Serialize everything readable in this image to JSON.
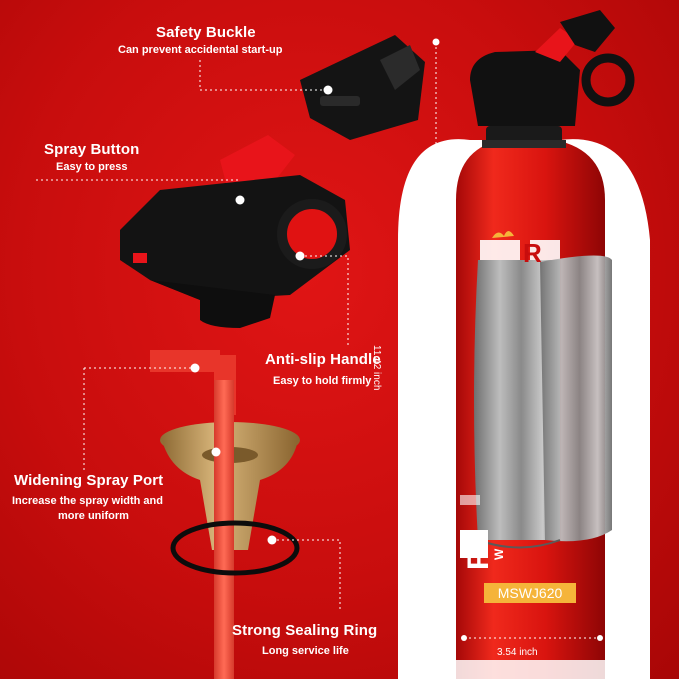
{
  "features": {
    "safety_buckle": {
      "title": "Safety Buckle",
      "desc": "Can prevent accidental start-up"
    },
    "spray_button": {
      "title": "Spray Button",
      "desc": "Easy to press"
    },
    "anti_slip_handle": {
      "title": "Anti-slip Handle",
      "desc": "Easy to hold firmly"
    },
    "widening_spray_port": {
      "title": "Widening Spray Port",
      "desc_line1": "Increase the spray width and",
      "desc_line2": "more uniform"
    },
    "sealing_ring": {
      "title": "Strong Sealing Ring",
      "desc": "Long service life"
    }
  },
  "dimensions": {
    "height": "11.42 inch",
    "width": "3.54 inch"
  },
  "product": {
    "model": "MSWJ620",
    "brand_partial_top": "R",
    "brand_partial_side": "FI",
    "brand_partial_side2": "W"
  },
  "colors": {
    "background": "#d31010",
    "bottle_red": "#d9140f",
    "cap_black": "#111111",
    "accent_red": "#e8141a",
    "brass": "#c9a46a",
    "model_badge": "#f5b43a"
  }
}
